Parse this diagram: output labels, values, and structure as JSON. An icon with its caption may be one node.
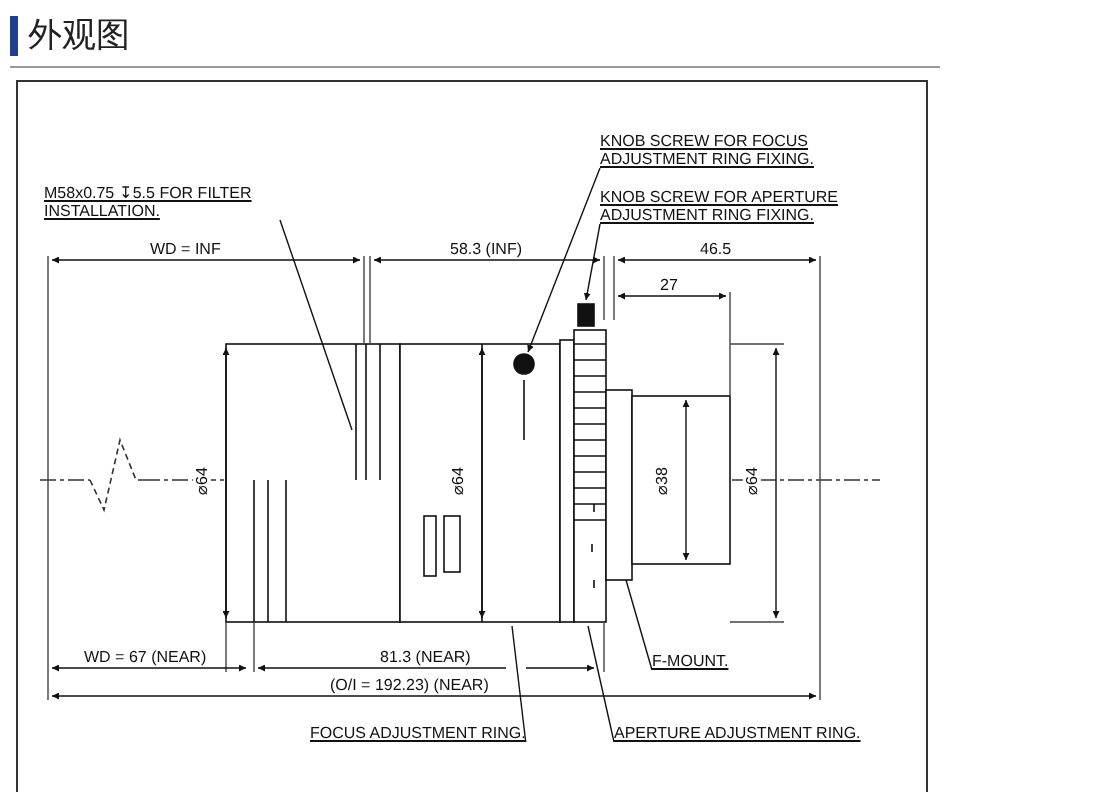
{
  "diagram": {
    "title": "外观图",
    "nodes": [
      {
        "text": [
          "M58x0.75 ↧5.5 FOR FILTER INSTALLATION."
        ]
      },
      {
        "text": [
          "KNOB SCREW FOR FOCUS ADJUSTMENT RING FIXING."
        ]
      },
      {
        "text": [
          "KNOB SCREW FOR APERTURE ADJUSTMENT RING FIXING."
        ]
      },
      {
        "text": [
          "F-MOUNT."
        ]
      },
      {
        "text": [
          "FOCUS ADJUSTMENT RING."
        ]
      },
      {
        "text": [
          "APERTURE ADJUSTMENT RING."
        ]
      }
    ],
    "edges": [
      {
        "from": 0,
        "to": null,
        "arrow": "none"
      },
      {
        "from": 1,
        "to": null,
        "arrow": "to"
      },
      {
        "from": 2,
        "to": null,
        "arrow": "to"
      },
      {
        "from": 3,
        "to": null,
        "arrow": "none"
      },
      {
        "from": 4,
        "to": null,
        "arrow": "none"
      },
      {
        "from": 5,
        "to": null,
        "arrow": "none"
      }
    ],
    "labels": [
      "WD = INF",
      "58.3 (INF)",
      "46.5",
      "27",
      "⌀64",
      "⌀64",
      "⌀38",
      "⌀64",
      "WD = 67 (NEAR)",
      "81.3 (NEAR)",
      "(O/I = 192.23) (NEAR)"
    ]
  }
}
